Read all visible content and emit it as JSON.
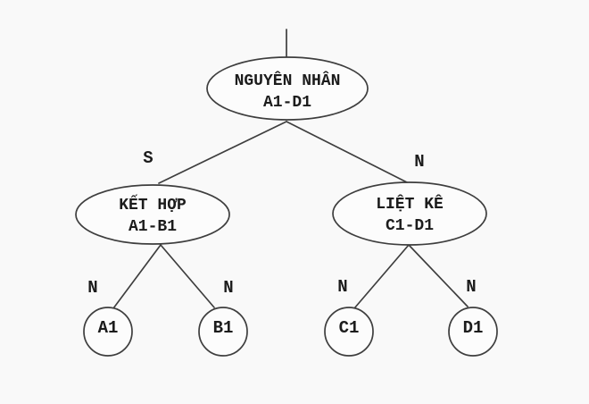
{
  "colors": {
    "background": "#f9f9f9",
    "line": "#3e3e3e",
    "text": "#1c1c1c",
    "node_fill": "#fcfcfc"
  },
  "tree": {
    "root": {
      "line1": "NGUYÊN NHÂN",
      "line2": "A1-D1"
    },
    "left": {
      "line1": "KẾT HỢP",
      "line2": "A1-B1"
    },
    "right": {
      "line1": "LIỆT KÊ",
      "line2": "C1-D1"
    },
    "leaves": {
      "a1": "A1",
      "b1": "B1",
      "c1": "C1",
      "d1": "D1"
    },
    "edge_labels": {
      "root_left": "S",
      "root_right": "N",
      "left_a1": "N",
      "left_b1": "N",
      "right_c1": "N",
      "right_d1": "N"
    }
  }
}
